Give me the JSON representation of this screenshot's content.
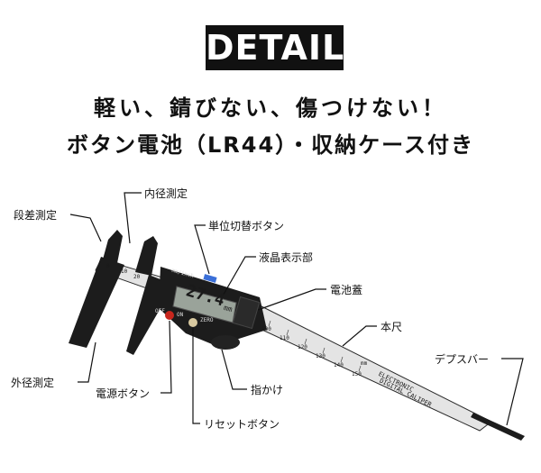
{
  "header": {
    "title": "DETAIL",
    "line1": "軽い、錆びない、傷つけない！",
    "line2": "ボタン電池（LR44）・収納ケース付き"
  },
  "labels": {
    "step": "段差測定",
    "inner": "内径測定",
    "unit_button": "単位切替ボタン",
    "lcd": "液晶表示部",
    "battery_cover": "電池蓋",
    "main_scale": "本尺",
    "depth_bar": "デプスバー",
    "outer": "外径測定",
    "power_button": "電源ボタン",
    "thumb": "指かけ",
    "reset_button": "リセットボタン"
  },
  "device": {
    "reading": "27.4",
    "reading_unit": "mm",
    "unit_key": "mm/inch",
    "off_key": "OFF",
    "on_key": "ON",
    "zero_key": "ZERO",
    "brand_line1": "ELECTRONIC",
    "brand_line2": "DIGITAL CALIPER",
    "scale_top": [
      "0",
      "10",
      "20"
    ],
    "scale_main": [
      "100",
      "110",
      "120",
      "130",
      "140",
      "150"
    ],
    "scale_unit": "mm"
  },
  "colors": {
    "body": "#1c1c1c",
    "beam": "#e4e4e4",
    "lcd": "#9aa39a",
    "on_button": "#c8261d",
    "unit_key": "#3a6fd8"
  }
}
